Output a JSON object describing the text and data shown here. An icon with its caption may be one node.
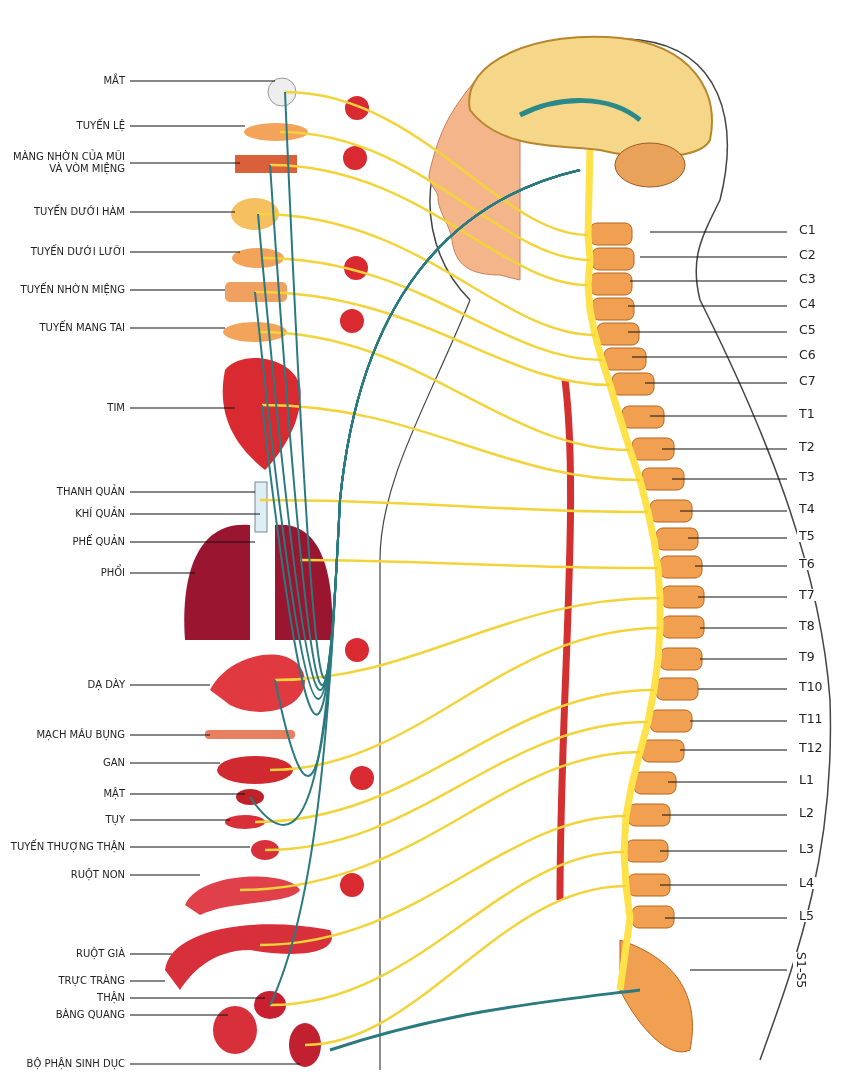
{
  "diagram": {
    "nodes": [
      {
        "text": [
          "MẮT"
        ]
      },
      {
        "text": [
          "TUYẾN LỆ"
        ]
      },
      {
        "text": [
          "MÀNG NHỜN CỦA MŨI VÀ VÒM MIỆNG"
        ]
      },
      {
        "text": [
          "TUYẾN DƯỚI HÀM"
        ]
      },
      {
        "text": [
          "TUYẾN DƯỚI LƯỠI"
        ]
      },
      {
        "text": [
          "TUYẾN NHỜN MIỆNG"
        ]
      },
      {
        "text": [
          "TUYẾN MANG TAI"
        ]
      },
      {
        "text": [
          "TIM"
        ]
      },
      {
        "text": [
          "THANH QUẢN"
        ]
      },
      {
        "text": [
          "KHÍ QUẢN"
        ]
      },
      {
        "text": [
          "PHẾ QUẢN"
        ]
      },
      {
        "text": [
          "PHỔI"
        ]
      },
      {
        "text": [
          "DẠ DÀY"
        ]
      },
      {
        "text": [
          "MẠCH MÁU BỤNG"
        ]
      },
      {
        "text": [
          "GAN"
        ]
      },
      {
        "text": [
          "MẬT"
        ]
      },
      {
        "text": [
          "TỤY"
        ]
      },
      {
        "text": [
          "TUYẾN THƯỢNG THẬN"
        ]
      },
      {
        "text": [
          "RUỘT NON"
        ]
      },
      {
        "text": [
          "RUỘT GIÀ"
        ]
      },
      {
        "text": [
          "TRỰC TRÀNG"
        ]
      },
      {
        "text": [
          "THẬN"
        ]
      },
      {
        "text": [
          "BÀNG QUANG"
        ]
      },
      {
        "text": [
          "BỘ PHẬN SINH DỤC"
        ]
      },
      {
        "text": [
          "C1"
        ]
      },
      {
        "text": [
          "C2"
        ]
      },
      {
        "text": [
          "C3"
        ]
      },
      {
        "text": [
          "C4"
        ]
      },
      {
        "text": [
          "C5"
        ]
      },
      {
        "text": [
          "C6"
        ]
      },
      {
        "text": [
          "C7"
        ]
      },
      {
        "text": [
          "T1"
        ]
      },
      {
        "text": [
          "T2"
        ]
      },
      {
        "text": [
          "T3"
        ]
      },
      {
        "text": [
          "T4"
        ]
      },
      {
        "text": [
          "T5"
        ]
      },
      {
        "text": [
          "T6"
        ]
      },
      {
        "text": [
          "T7"
        ]
      },
      {
        "text": [
          "T8"
        ]
      },
      {
        "text": [
          "T9"
        ]
      },
      {
        "text": [
          "T10"
        ]
      },
      {
        "text": [
          "T11"
        ]
      },
      {
        "text": [
          "T12"
        ]
      },
      {
        "text": [
          "L1"
        ]
      },
      {
        "text": [
          "L2"
        ]
      },
      {
        "text": [
          "L3"
        ]
      },
      {
        "text": [
          "L4"
        ]
      },
      {
        "text": [
          "L5"
        ]
      },
      {
        "text": [
          "S1-S5"
        ]
      }
    ],
    "edges": [
      {
        "from": 0,
        "to": null,
        "arrow": "none"
      },
      {
        "from": 1,
        "to": null,
        "arrow": "none"
      },
      {
        "from": 2,
        "to": null,
        "arrow": "none"
      },
      {
        "from": 3,
        "to": null,
        "arrow": "none"
      },
      {
        "from": 4,
        "to": null,
        "arrow": "none"
      },
      {
        "from": 5,
        "to": null,
        "arrow": "none"
      },
      {
        "from": 6,
        "to": null,
        "arrow": "none"
      },
      {
        "from": 7,
        "to": null,
        "arrow": "none"
      },
      {
        "from": 8,
        "to": null,
        "arrow": "none"
      },
      {
        "from": 9,
        "to": null,
        "arrow": "none"
      },
      {
        "from": 10,
        "to": null,
        "arrow": "none"
      },
      {
        "from": 11,
        "to": null,
        "arrow": "none"
      },
      {
        "from": 12,
        "to": null,
        "arrow": "none"
      },
      {
        "from": 13,
        "to": null,
        "arrow": "none"
      },
      {
        "from": 14,
        "to": null,
        "arrow": "none"
      },
      {
        "from": 15,
        "to": null,
        "arrow": "none"
      },
      {
        "from": 16,
        "to": null,
        "arrow": "none"
      },
      {
        "from": 17,
        "to": null,
        "arrow": "none"
      },
      {
        "from": 18,
        "to": null,
        "arrow": "none"
      },
      {
        "from": 19,
        "to": null,
        "arrow": "none"
      },
      {
        "from": 20,
        "to": null,
        "arrow": "none"
      },
      {
        "from": 21,
        "to": null,
        "arrow": "none"
      },
      {
        "from": 22,
        "to": null,
        "arrow": "none"
      },
      {
        "from": 23,
        "to": null,
        "arrow": "none"
      },
      {
        "from": 24,
        "to": null,
        "arrow": "none"
      },
      {
        "from": 25,
        "to": null,
        "arrow": "none"
      },
      {
        "from": 26,
        "to": null,
        "arrow": "none"
      },
      {
        "from": 27,
        "to": null,
        "arrow": "none"
      },
      {
        "from": 28,
        "to": null,
        "arrow": "none"
      },
      {
        "from": 29,
        "to": null,
        "arrow": "none"
      },
      {
        "from": 30,
        "to": null,
        "arrow": "none"
      },
      {
        "from": 31,
        "to": null,
        "arrow": "none"
      },
      {
        "from": 32,
        "to": null,
        "arrow": "none"
      },
      {
        "from": 33,
        "to": null,
        "arrow": "none"
      },
      {
        "from": 34,
        "to": null,
        "arrow": "none"
      },
      {
        "from": 35,
        "to": null,
        "arrow": "none"
      },
      {
        "from": 36,
        "to": null,
        "arrow": "none"
      },
      {
        "from": 37,
        "to": null,
        "arrow": "none"
      },
      {
        "from": 38,
        "to": null,
        "arrow": "none"
      },
      {
        "from": 39,
        "to": null,
        "arrow": "none"
      },
      {
        "from": 40,
        "to": null,
        "arrow": "none"
      },
      {
        "from": 41,
        "to": null,
        "arrow": "none"
      },
      {
        "from": 42,
        "to": null,
        "arrow": "none"
      },
      {
        "from": 43,
        "to": null,
        "arrow": "none"
      },
      {
        "from": 44,
        "to": null,
        "arrow": "none"
      },
      {
        "from": 45,
        "to": null,
        "arrow": "none"
      },
      {
        "from": 46,
        "to": null,
        "arrow": "none"
      },
      {
        "from": 47,
        "to": null,
        "arrow": "none"
      },
      {
        "from": 48,
        "to": null,
        "arrow": "none"
      }
    ]
  }
}
